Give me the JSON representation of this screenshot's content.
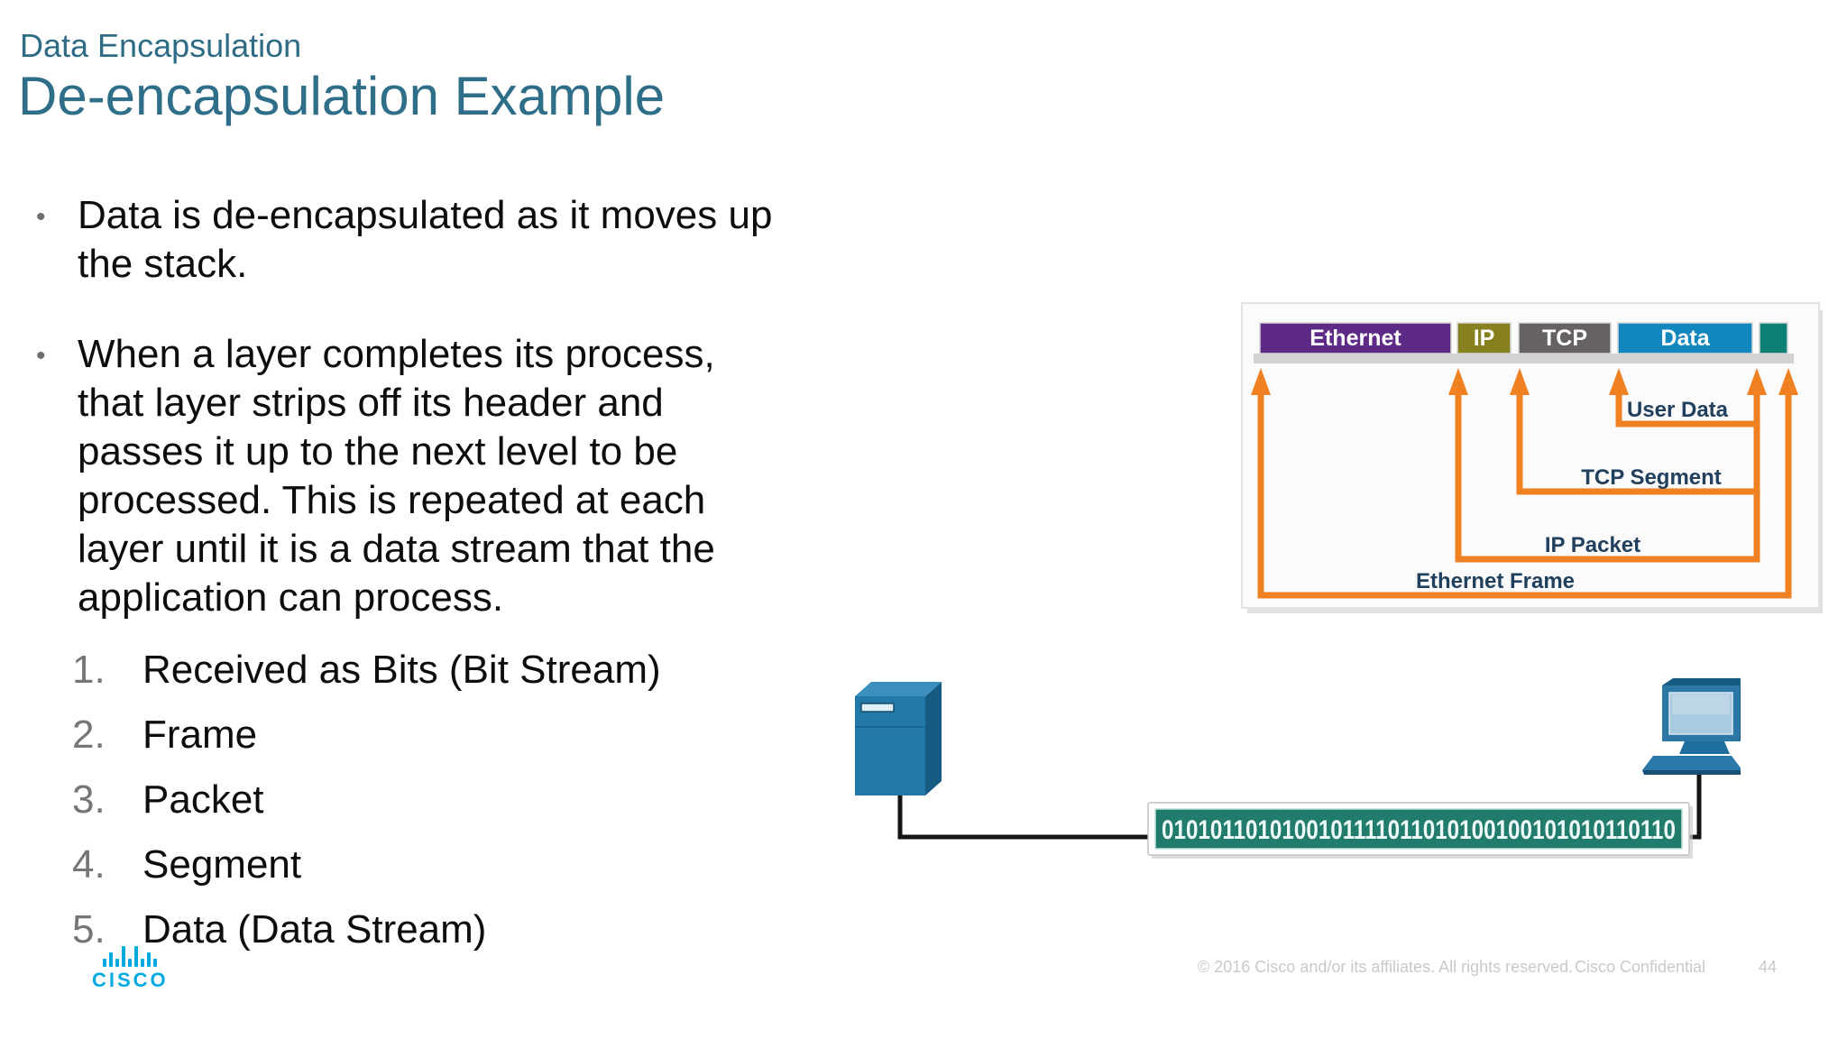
{
  "slide": {
    "kicker": "Data Encapsulation",
    "title": "De-encapsulation Example",
    "bullet_marker": "•",
    "bullets": [
      "Data is de-encapsulated as it moves up\nthe stack.",
      "When a layer completes its process,\nthat layer strips off its header and\npasses it up to the next level to be\nprocessed. This is repeated at each\nlayer until it is a data stream that the\napplication can process."
    ],
    "numbered_list": [
      {
        "num": "1.",
        "text": "Received as Bits (Bit Stream)"
      },
      {
        "num": "2.",
        "text": "Frame"
      },
      {
        "num": "3.",
        "text": "Packet"
      },
      {
        "num": "4.",
        "text": "Segment"
      },
      {
        "num": "5.",
        "text": "Data (Data Stream)"
      }
    ]
  },
  "encapsulation_diagram": {
    "layers": [
      {
        "label": "Ethernet",
        "color": "#5d2a86"
      },
      {
        "label": "IP",
        "color": "#87801f"
      },
      {
        "label": "TCP",
        "color": "#666264"
      },
      {
        "label": "Data",
        "color": "#1287bd"
      },
      {
        "label": "",
        "color": "#0e8076"
      }
    ],
    "brackets": {
      "user_data": "User Data",
      "tcp_segment": "TCP Segment",
      "ip_packet": "IP Packet",
      "ethernet_frame": "Ethernet Frame"
    },
    "arrow_color": "#f08123",
    "label_color": "#21405e"
  },
  "network_diagram": {
    "bit_stream": "0101011010100101111011010100100101010110110",
    "bit_box_color": "#217c6e",
    "node_color": "#2278a9"
  },
  "footer": {
    "logo_text": "CISCO",
    "logo_color": "#00a9e0",
    "copyright": "© 2016  Cisco and/or its affiliates. All rights reserved.",
    "confidential": "Cisco Confidential",
    "page": "44"
  }
}
